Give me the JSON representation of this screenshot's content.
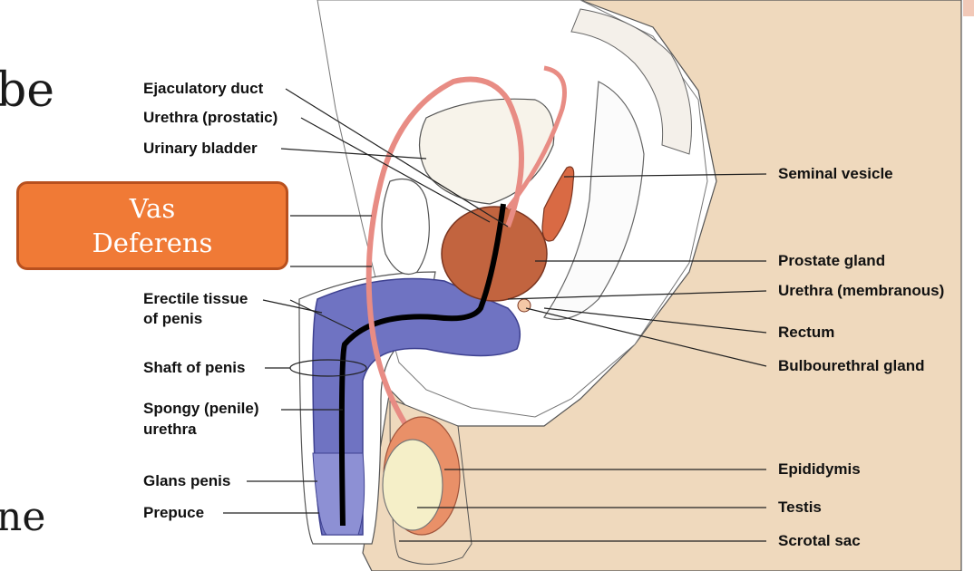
{
  "slide": {
    "fragment_top": "be",
    "fragment_bottom": "ne"
  },
  "callout": {
    "line1": "Vas",
    "line2": "Deferens"
  },
  "labels_left": {
    "ejaculatory_duct": "Ejaculatory duct",
    "urethra_prostatic": "Urethra (prostatic)",
    "urinary_bladder": "Urinary bladder",
    "erectile_tissue_1": "Erectile tissue",
    "erectile_tissue_2": "of penis",
    "shaft_of_penis": "Shaft of penis",
    "spongy_urethra_1": "Spongy (penile)",
    "spongy_urethra_2": "urethra",
    "glans_penis": "Glans penis",
    "prepuce": "Prepuce"
  },
  "labels_right": {
    "seminal_vesicle": "Seminal vesicle",
    "prostate_gland": "Prostate gland",
    "urethra_membranous": "Urethra (membranous)",
    "rectum": "Rectum",
    "bulbourethral_gland": "Bulbourethral gland",
    "epididymis": "Epididymis",
    "testis": "Testis",
    "scrotal_sac": "Scrotal sac"
  },
  "colors": {
    "skin": "#efd9bd",
    "vas": "#e88c84",
    "erectile": "#6f73c2",
    "prostate": "#c2643f",
    "vesicle": "#d96a44",
    "testis": "#f5efc8",
    "epididymis": "#e99068",
    "callout": "#f07a36"
  }
}
